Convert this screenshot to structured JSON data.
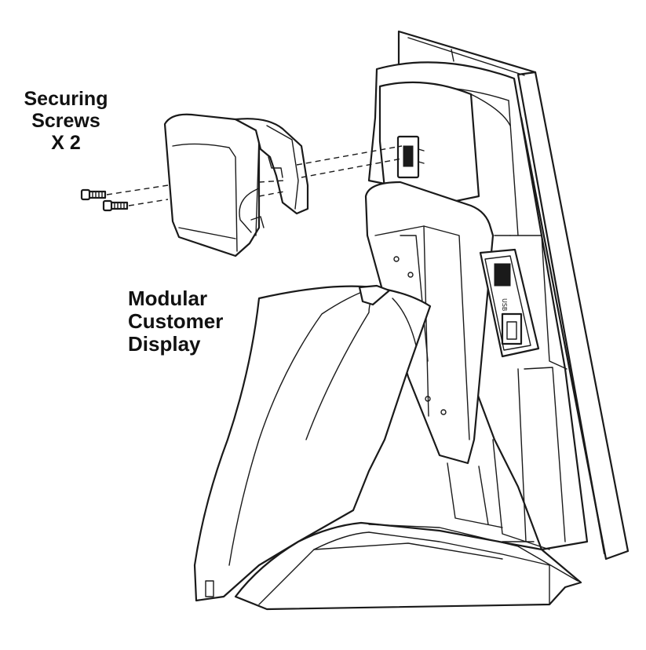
{
  "labels": {
    "screws": {
      "line1": "Securing",
      "line2": "Screws",
      "line3": "X 2"
    },
    "display": {
      "line1": "Modular",
      "line2": "Customer",
      "line3": "Display"
    },
    "port_text": "USB"
  },
  "colors": {
    "line": "#1a1a1a",
    "background": "#ffffff"
  }
}
